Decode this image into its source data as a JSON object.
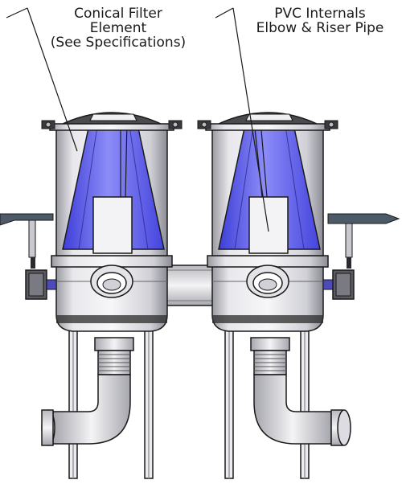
{
  "callouts": {
    "filter_element": {
      "line1": "Conical Filter",
      "line2": "Element",
      "line3": "(See Specifications)"
    },
    "pvc_internals": {
      "line1": "PVC Internals",
      "line2": "Elbow & Riser Pipe"
    }
  },
  "colors": {
    "filter_element": "#6f6ff2",
    "metal_body": "#d9d9de",
    "outline": "#1a1a1a",
    "handle": "#4d5a68"
  }
}
